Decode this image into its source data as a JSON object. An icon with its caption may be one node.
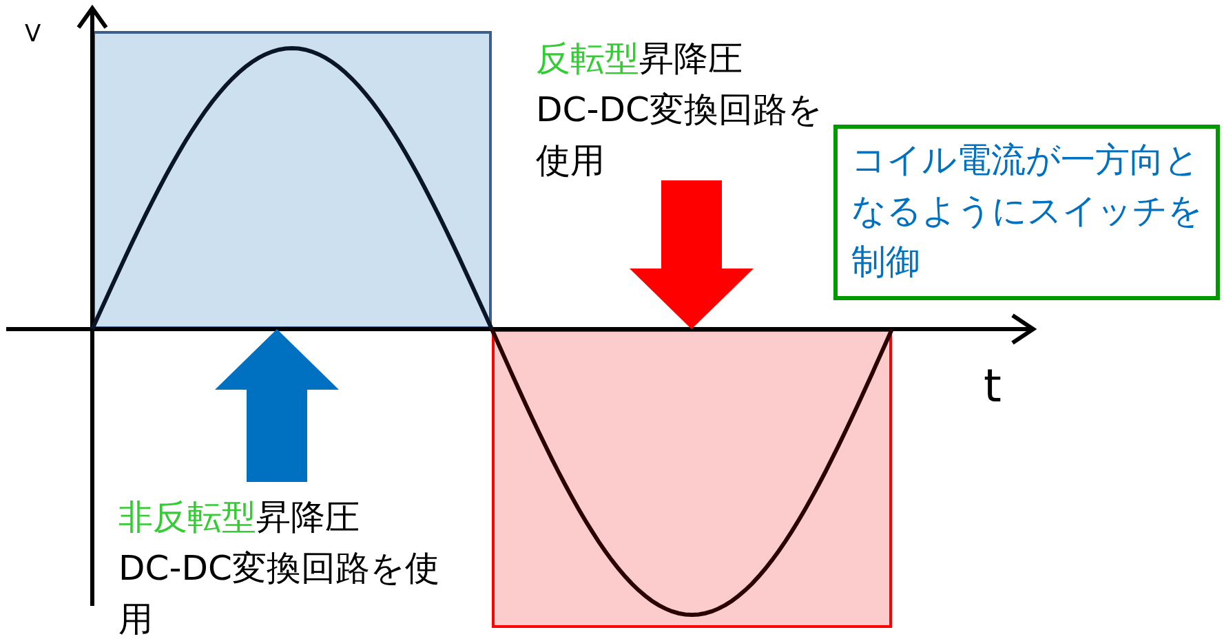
{
  "diagram": {
    "nodes": [
      {
        "text": [],
        "shape": "box"
      },
      {
        "text": [],
        "shape": "box"
      },
      {
        "text": [
          "**反転型**昇降圧DC-DC変換回路を使用"
        ]
      },
      {
        "text": [
          "**非反転型**昇降圧DC-DC変換回路を使用"
        ]
      },
      {
        "text": [
          "コイル電流が一方向となるようにスイッチを制御"
        ]
      }
    ],
    "edges": [
      {
        "from": 2,
        "to": 1,
        "arrow": "to",
        "color": "#ff0000"
      },
      {
        "from": 3,
        "to": 0,
        "arrow": "to",
        "color": "#0070c0"
      }
    ],
    "labels": [
      "V",
      "t"
    ]
  }
}
